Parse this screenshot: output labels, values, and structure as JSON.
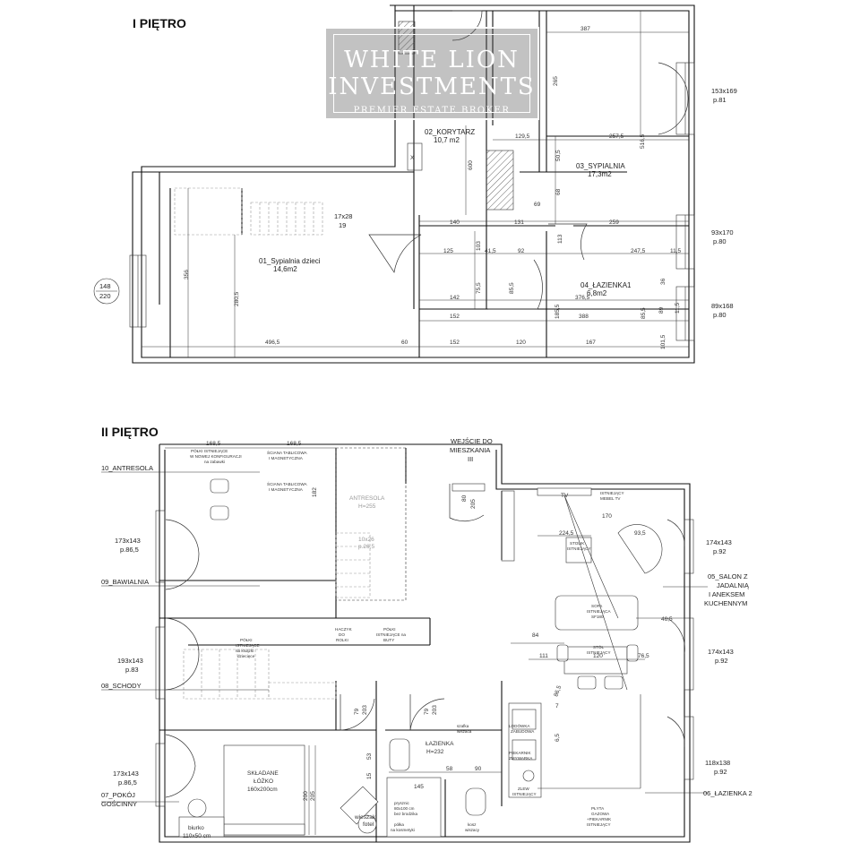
{
  "floors": {
    "first": {
      "title": "I PIĘTRO"
    },
    "second": {
      "title": "II PIĘTRO"
    }
  },
  "logo": {
    "line1": "WHITE LION",
    "line2": "INVESTMENTS",
    "line3": "PREMIER ESTATE BROKER"
  },
  "first_floor_rooms": {
    "korytarz": {
      "name": "02_KORYTARZ",
      "area": "10,7 m2"
    },
    "sypialnia": {
      "name": "03_SYPIALNIA",
      "area": "17,3m2"
    },
    "sypialnia_dzieci": {
      "name": "01_Sypialnia dzieci",
      "area": "14,6m2"
    },
    "lazienka": {
      "name": "04_ŁAZIENKA1",
      "area": "6,8m2"
    }
  },
  "first_floor_windows": {
    "w1": {
      "size": "153x169",
      "sill": "p.81"
    },
    "w2": {
      "size": "93x170",
      "sill": "p.80"
    },
    "w3": {
      "size": "89x168",
      "sill": "p.80"
    },
    "w4_top": "148",
    "w4_bottom": "220",
    "skylight": "17x28",
    "skylight_sill": "19"
  },
  "first_floor_dims": [
    "387",
    "265",
    "129,5",
    "257,5",
    "516,5",
    "600",
    "50,5",
    "68",
    "69",
    "140",
    "131",
    "259",
    "125",
    "41,5",
    "92",
    "247,5",
    "11,5",
    "356",
    "280,5",
    "142",
    "75,5",
    "85,5",
    "113",
    "376,5",
    "36",
    "152",
    "185,5",
    "388",
    "85,5",
    "89",
    "496,5",
    "60",
    "152",
    "120",
    "167",
    "101,5",
    "11,5",
    "103"
  ],
  "second_floor_labels": {
    "antresola_room": "10_ANTRESOLA",
    "antresola": "ANTRESOLA",
    "antresola_h": "H=255",
    "bawialnia": "09_BAWIALNIA",
    "schody": "08_SCHODY",
    "pokoj": "07_POKÓJ",
    "goscinny": "GOŚCINNY",
    "salon1": "05_SALON Z",
    "salon2": "JADALNIĄ",
    "salon3": "I ANEKSEM",
    "salon4": "KUCHENNYM",
    "lazienka2": "06_ŁAZIENKA 2",
    "lazienka": "ŁAZIENKA",
    "lazienka_h": "H=232",
    "wejscie1": "WEJŚCIE DO",
    "wejscie2": "MIESZKANIA",
    "wejscie3": "III",
    "lozko1": "SKŁADANE",
    "lozko2": "ŁÓŻKO",
    "lozko3": "160x200cm",
    "biurko1": "biurko",
    "biurko2": "110x50 cm",
    "wieszak": "wieszak",
    "fotel": "fotel",
    "tv": "TV",
    "tv_note1": "ISTNIEJĄCY",
    "tv_note2": "MEBEL TV",
    "stol1": "STÓŁ",
    "stol2": "ISTNIEJĄCY",
    "stolik1": "STOLIK",
    "stolik2": "ISTNIEJĄCY",
    "sofa1": "SOFA",
    "sofa2": "ISTNIEJĄCA",
    "sofa3": "SF180",
    "door1": "10x26",
    "door1_sill": "p.26,5",
    "antr_note1": "ŚCIANA TABLICOWA",
    "antr_note2": "I MAGNETYCZNA",
    "antr_note3": "PÓŁKI ISTNIEJĄCE",
    "antr_note4": "W NOWEJ KONFIGURACJI",
    "antr_note5": "na zabawki",
    "schody_note1": "PÓŁKI",
    "schody_note2": "ISTNIEJĄCE",
    "schody_note3": "na książki",
    "schody_note4": "dziecięce",
    "schody_note5": "PÓŁKI",
    "schody_note6": "ISTNIEJĄCE na",
    "schody_note7": "BUTY",
    "haczyk": "HACZYK",
    "do": "DO",
    "rolki": "ROLKI",
    "kitchen1": "LODÓWKA",
    "kitchen2": "ZABUDOWA",
    "kitchen3": "PIEKARNIK",
    "kitchen4": "ZMYWARKA",
    "kitchen5": "ZLEW",
    "kitchen6": "ISTNIEJĄCY",
    "kitchen7": "PŁYTA",
    "kitchen8": "GAZOWA",
    "kitchen9": "+PIEKARNIK",
    "kitchen10": "ISTNIEJĄCY",
    "bath1": "szafka",
    "bath2": "wiszaca",
    "bath3": "prysznic",
    "bath4": "80x100 cm",
    "bath5": "bez brodzika",
    "bath6": "kosz",
    "bath7": "wiszacy",
    "bath8": "szafka",
    "bath9": "wiszaca",
    "bath10": "półka",
    "bath11": "na kosmetyki"
  },
  "second_floor_windows": {
    "w1": {
      "size": "173x143",
      "sill": "p.86,5"
    },
    "w2": {
      "size": "193x143",
      "sill": "p.83"
    },
    "w3": {
      "size": "173x143",
      "sill": "p.86,5"
    },
    "w4": {
      "size": "174x143",
      "sill": "p.92"
    },
    "w5": {
      "size": "174x143",
      "sill": "p.92"
    },
    "w6": {
      "size": "118x138",
      "sill": "p.92"
    }
  },
  "second_floor_dims": [
    "168,5",
    "168,5",
    "182",
    "80",
    "205",
    "79",
    "203",
    "79",
    "203",
    "224,5",
    "93,5",
    "170",
    "84",
    "46,5",
    "111",
    "120",
    "76,5",
    "86,5",
    "7",
    "6,5",
    "145",
    "58",
    "90",
    "200",
    "205",
    "53",
    "15"
  ]
}
